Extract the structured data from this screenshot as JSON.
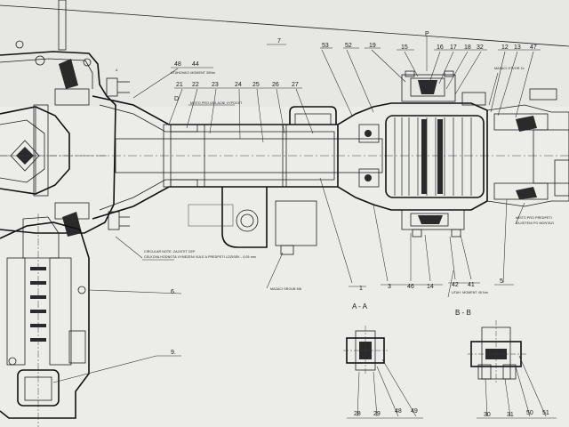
{
  "section_labels": {
    "a": "A - A",
    "b": "B - B"
  },
  "view_marks": {
    "p": "P",
    "d": "D",
    "a": "A"
  },
  "callouts": {
    "top": [
      "53",
      "52",
      "19",
      "15",
      "16",
      "17",
      "18",
      "32",
      "12",
      "13",
      "47"
    ],
    "top_left": [
      "48",
      "44"
    ],
    "shaft_row": [
      "21",
      "22",
      "23",
      "24",
      "25",
      "26",
      "27"
    ],
    "right_mark": "7",
    "bottom_row": [
      "1",
      "3",
      "46",
      "14",
      "42",
      "41",
      "5"
    ],
    "left_side": [
      "6.",
      "9."
    ],
    "section_a_bottom": [
      "28",
      "29",
      "48",
      "49"
    ],
    "section_b_bottom": [
      "30",
      "31",
      "50",
      "51"
    ]
  },
  "notes": {
    "n1": "UTAHOVACI MOMENT 30Nm",
    "n2": "MISTO PRO IZOLACNI VYPOCET",
    "n3": "CIRCULAR NOTE: ZAJISTIT CEP",
    "n4": "CELKOVA HODNOTA VYMEZENI VULE A PREDPETI LOZISEK - 0,05 mm",
    "n5": "MAZACI OTVOR 2x",
    "n6": "UTAH. MOMENT 45 Nm",
    "n7": "MISTO PRO PREDPETI",
    "n8": "ZAJISTENI PO MONTAZI",
    "n9": "MAZACI SROUB M8"
  }
}
